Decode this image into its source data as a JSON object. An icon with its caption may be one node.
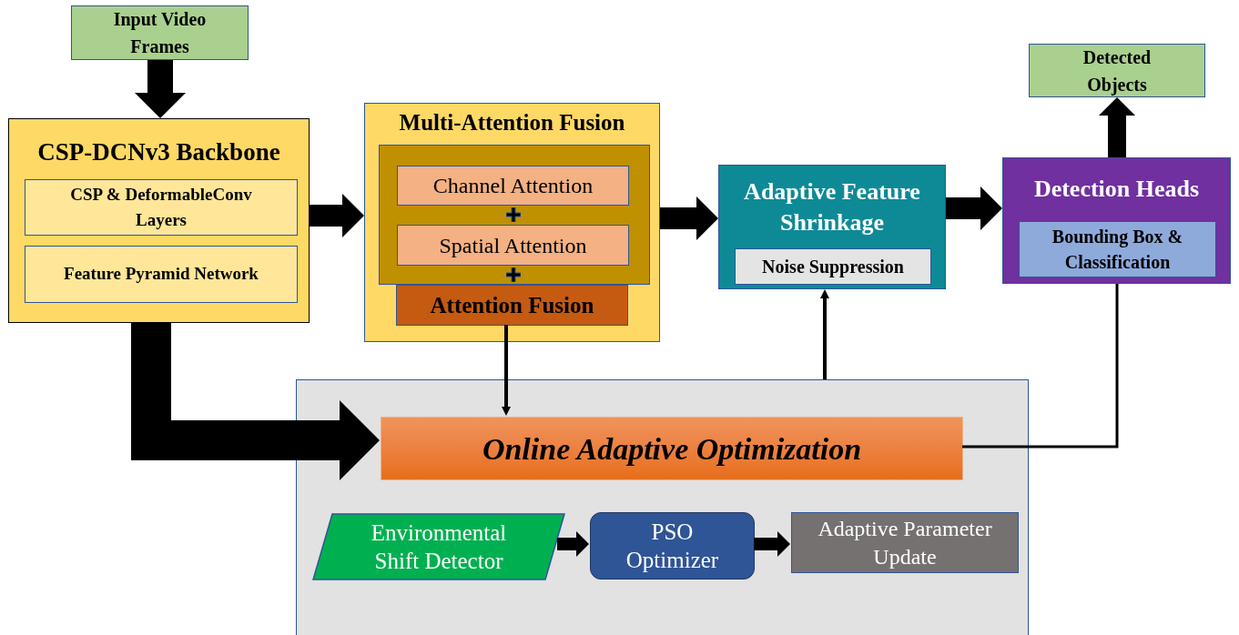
{
  "diagram": {
    "nodes": [
      {
        "text": [
          "Input Video Frames"
        ]
      },
      {
        "text": [
          "CSP-DCNv3 Backbone"
        ]
      },
      {
        "text": [
          "CSP & DeformableConv Layers"
        ],
        "in": 1
      },
      {
        "text": [
          "Feature Pyramid Network"
        ],
        "in": 1
      },
      {
        "text": [
          "Multi-Attention Fusion"
        ]
      },
      {
        "text": [],
        "shape": "box",
        "in": 4
      },
      {
        "text": [
          "Channel Attention"
        ],
        "in": 5
      },
      {
        "text": [
          "Spatial Attention"
        ],
        "in": 5
      },
      {
        "text": [
          "Attention Fusion"
        ],
        "in": 4
      },
      {
        "text": [
          "Adaptive Feature Shrinkage"
        ]
      },
      {
        "text": [
          "Noise Suppression"
        ],
        "in": 9
      },
      {
        "text": [
          "Detection Heads"
        ]
      },
      {
        "text": [
          "Bounding Box & Classification"
        ],
        "in": 11
      },
      {
        "text": [
          "Detected Objects"
        ]
      },
      {
        "text": [],
        "shape": "box"
      },
      {
        "text": [
          "Online Adaptive Optimization"
        ],
        "in": 14
      },
      {
        "text": [
          "Environmental Shift Detector"
        ],
        "in": 14
      },
      {
        "text": [
          "PSO Optimizer"
        ],
        "in": 14
      },
      {
        "text": [
          "Adaptive Parameter Update"
        ],
        "in": 14
      }
    ],
    "edges": [
      {
        "from": 0,
        "to": 1,
        "arrow": "to"
      },
      {
        "from": 1,
        "to": 4,
        "arrow": "to"
      },
      {
        "from": 4,
        "to": 9,
        "arrow": "to"
      },
      {
        "from": 9,
        "to": 11,
        "arrow": "to"
      },
      {
        "from": 11,
        "to": 13,
        "arrow": "to"
      },
      {
        "from": 1,
        "to": 15,
        "arrow": "to",
        "style": "thick"
      },
      {
        "from": 8,
        "to": 15,
        "arrow": "to"
      },
      {
        "from": 14,
        "to": 9,
        "arrow": "to"
      },
      {
        "from": 15,
        "to": 11,
        "arrow": "none"
      },
      {
        "from": 16,
        "to": 17,
        "arrow": "to"
      },
      {
        "from": 17,
        "to": 18,
        "arrow": "to"
      }
    ]
  }
}
